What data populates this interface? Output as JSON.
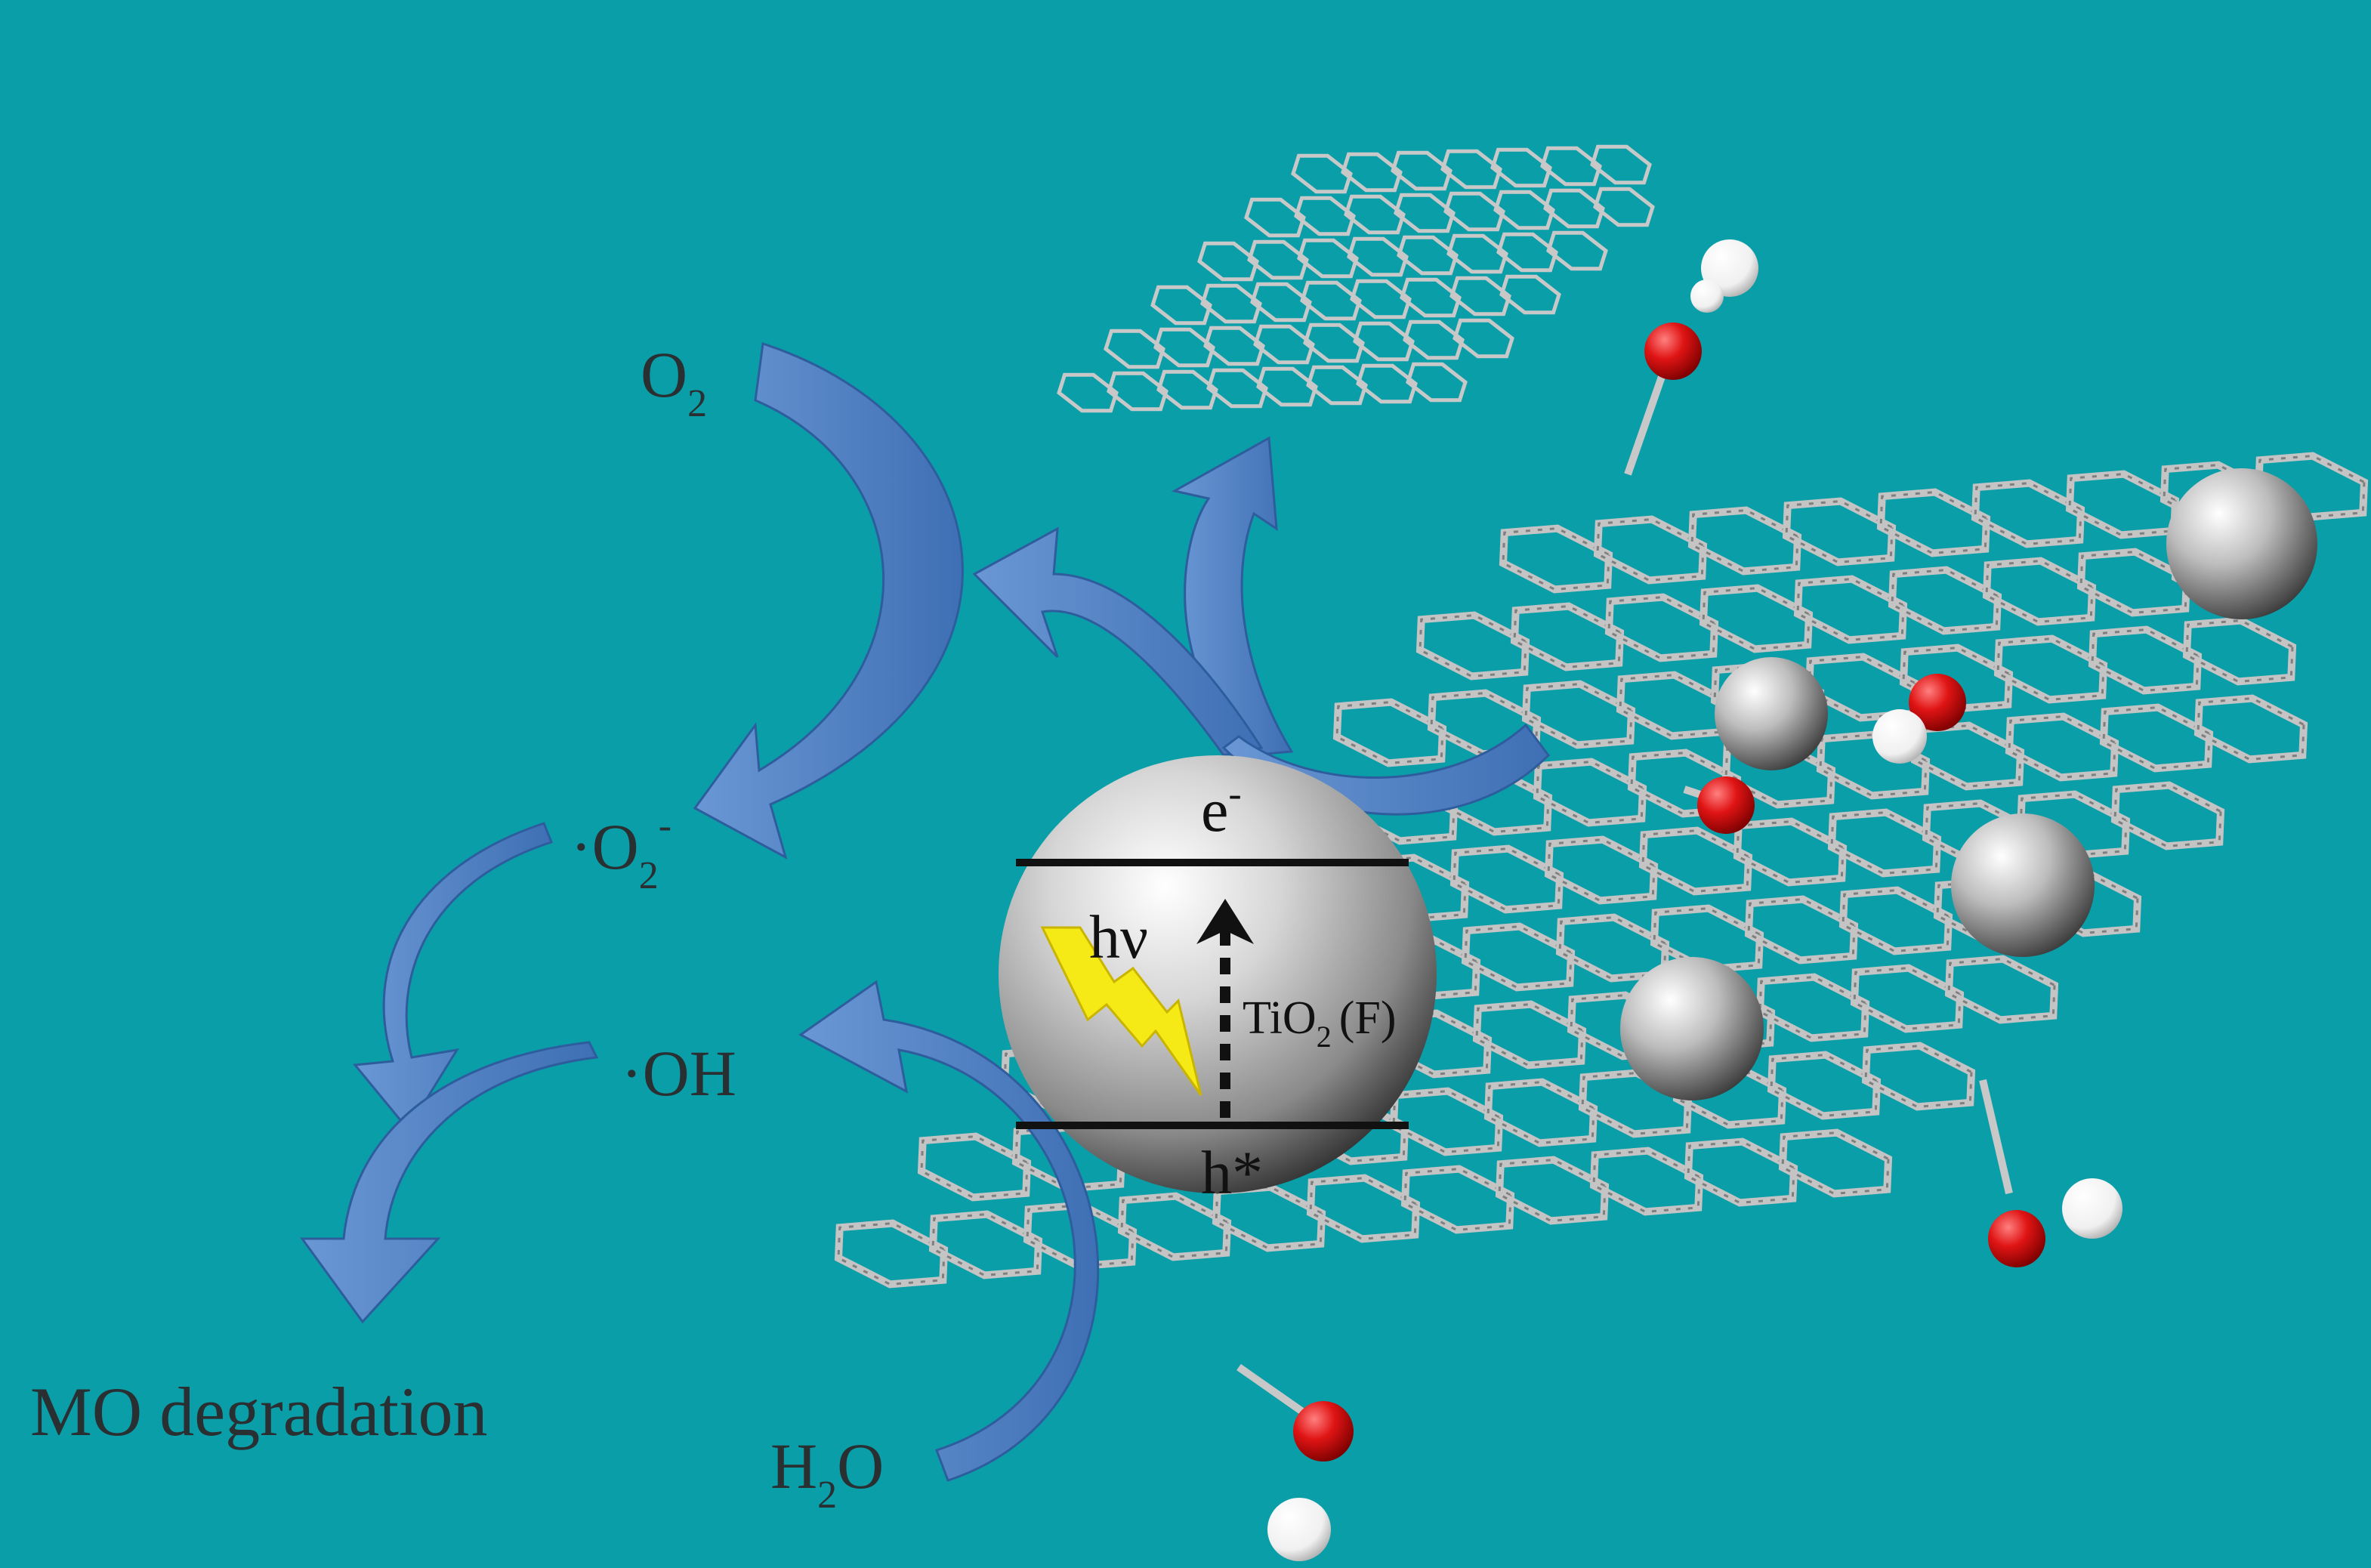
{
  "labels": {
    "o2_base": "O",
    "o2_sub": "2",
    "superoxide_prefix": "·O",
    "superoxide_sub": "2",
    "superoxide_sup": "-",
    "hydroxyl": "·OH",
    "water_h": "H",
    "water_sub": "2",
    "water_o": "O",
    "mo_degradation": "MO degradation",
    "electron_base": "e",
    "electron_sup": "-",
    "photon": "hν",
    "hole": "h*",
    "catalyst_base": "TiO",
    "catalyst_sub": "2",
    "catalyst_suffix": "(F)"
  },
  "colors": {
    "background": "#0a9ea8",
    "arrow_blue": "#4f7fc2",
    "arrow_dark": "#244d8c",
    "lattice": "#bfbfbf",
    "oxygen_atom": "#e01414",
    "hydrogen_atom": "#ffffff",
    "sphere_light": "#f4f4f4",
    "sphere_dark": "#2e2e2e",
    "lightning": "#f5ea16",
    "band_line": "#111111"
  },
  "icons": {
    "lightning": "lightning-bolt-icon",
    "excitation_arrow": "arrow-up-icon"
  }
}
